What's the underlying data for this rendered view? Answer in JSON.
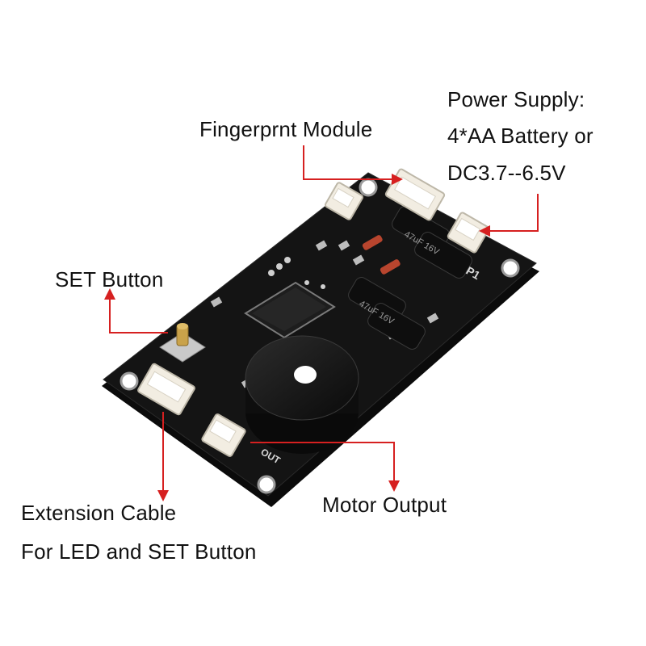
{
  "labels": {
    "fingerprint_module": "Fingerprnt Module",
    "power_supply_line1": "Power Supply:",
    "power_supply_line2": "4*AA Battery or",
    "power_supply_line3": "DC3.7--6.5V",
    "set_button": "SET Button",
    "motor_output": "Motor Output",
    "extension_cable_line1": "Extension Cable",
    "extension_cable_line2": "For LED and SET Button"
  },
  "board_markings": {
    "capacitor_marking": "47uF 16V",
    "out_marking": "OUT",
    "p1_marking": "P1"
  },
  "colors": {
    "pcb": "#141414",
    "connector": "#f2ede2",
    "callout_line": "#d62020",
    "label_text": "#111111",
    "diode_body": "#b8452e"
  }
}
